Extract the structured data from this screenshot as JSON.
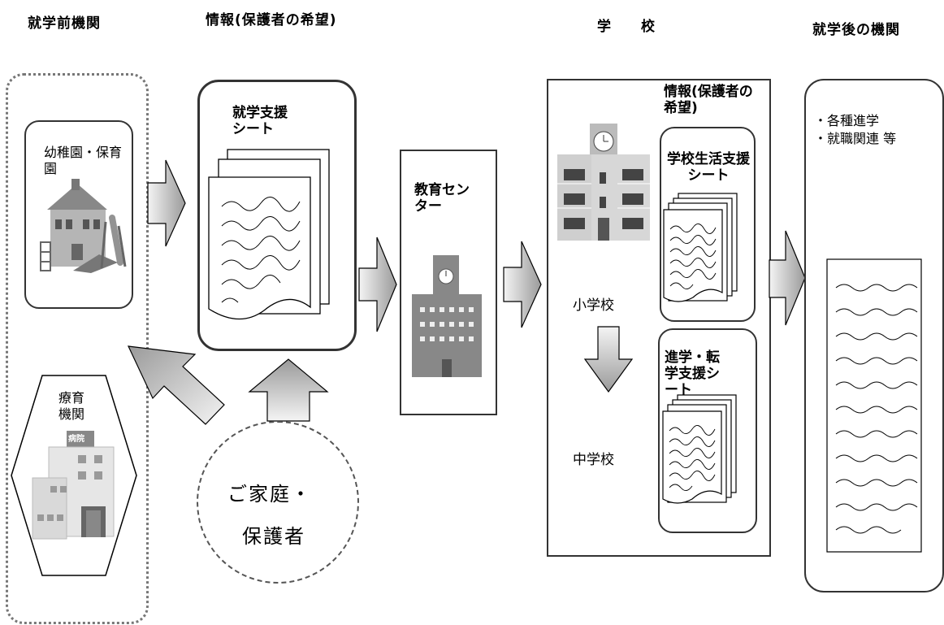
{
  "headers": {
    "preschool": "就学前機関",
    "info": "情報(保護者の希望)",
    "school": "学　　校",
    "after": "就学後の機関"
  },
  "preschool": {
    "kindergarten": "幼稚園・保育園",
    "therapy": "療育機関",
    "hospital_sign": "病院"
  },
  "info_sheet": {
    "title": "就学支援シート"
  },
  "family": {
    "line1": "ご家庭・",
    "line2": "保護者"
  },
  "center": {
    "title": "教育センター"
  },
  "school": {
    "info_title": "情報(保護者の希望)",
    "life_sheet": "学校生活支援シート",
    "transfer_sheet": "進学・転学支援シート",
    "elementary": "小学校",
    "junior_high": "中学校"
  },
  "after": {
    "items": [
      "・各種進学",
      "・就職関連 等"
    ]
  },
  "colors": {
    "arrow_light": "#f2f2f2",
    "arrow_dark": "#9a9a9a",
    "border": "#333333"
  }
}
